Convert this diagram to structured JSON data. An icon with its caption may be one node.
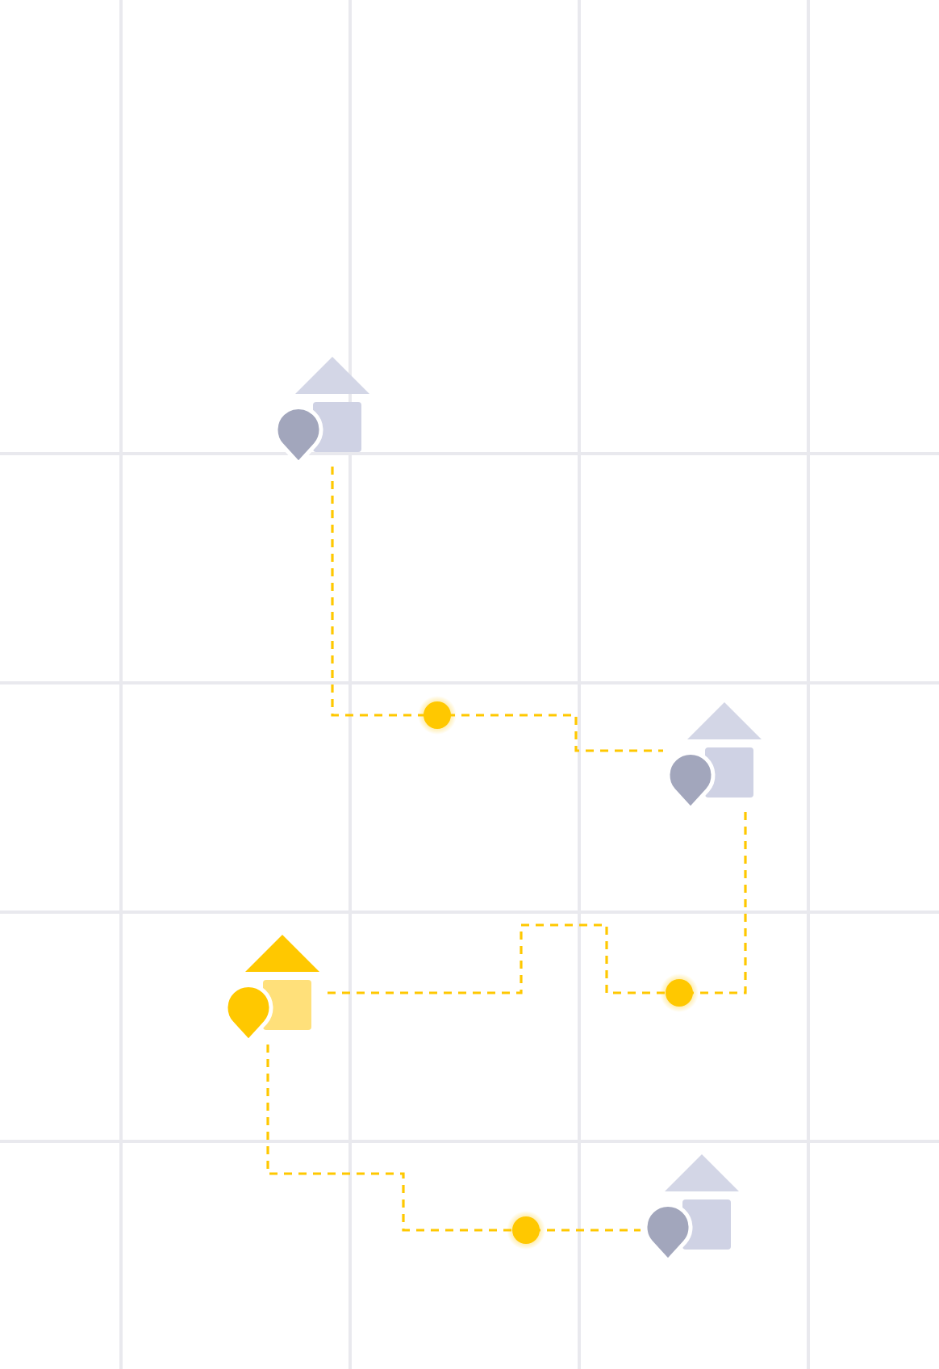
{
  "diagram": {
    "nodes": [
      {
        "text": [],
        "shape": "picture"
      },
      {
        "text": [],
        "shape": "picture"
      },
      {
        "text": [],
        "shape": "picture"
      },
      {
        "text": [],
        "shape": "picture"
      }
    ],
    "edges": [
      {
        "from": 0,
        "to": 1,
        "arrow": "none",
        "style": "dashed"
      },
      {
        "from": 1,
        "to": 2,
        "arrow": "none",
        "style": "dashed"
      },
      {
        "from": 2,
        "to": 3,
        "arrow": "none",
        "style": "dashed"
      }
    ]
  }
}
